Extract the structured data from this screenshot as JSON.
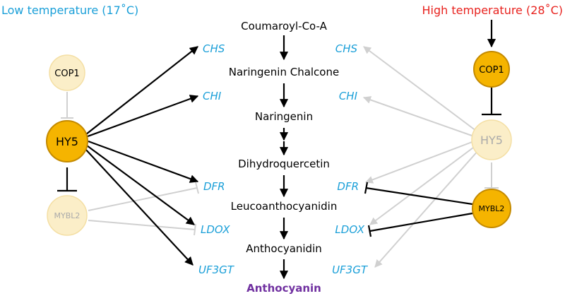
{
  "headers": {
    "low": "Low temperature (17˚C)",
    "high": "High temperature (28˚C)"
  },
  "pathway": {
    "compounds": [
      "Coumaroyl-Co-A",
      "Naringenin Chalcone",
      "Naringenin",
      "Dihydroquercetin",
      "Leucoanthocyanidin",
      "Anthocyanidin",
      "Anthocyanin"
    ]
  },
  "genes": {
    "left": [
      "CHS",
      "CHI",
      "DFR",
      "LDOX",
      "UF3GT"
    ],
    "right": [
      "CHS",
      "CHI",
      "DFR",
      "LDOX",
      "UF3GT"
    ]
  },
  "regulators": {
    "left": {
      "cop1": "COP1",
      "hy5": "HY5",
      "mybl2": "MYBL2"
    },
    "right": {
      "cop1": "COP1",
      "hy5": "HY5",
      "mybl2": "MYBL2"
    }
  },
  "colors": {
    "low_header": "#1a9fd8",
    "high_header": "#e8231f",
    "gene": "#1a9fd8",
    "product": "#7030a0",
    "active_node_fill": "#f5b400",
    "active_node_stroke": "#c48a00",
    "faded_node_fill": "#fbeec8",
    "faded_node_stroke": "#f4dfa4",
    "faded_line": "#d0d0d0",
    "faded_text": "#aaaaaa",
    "arrow": "#000000"
  }
}
